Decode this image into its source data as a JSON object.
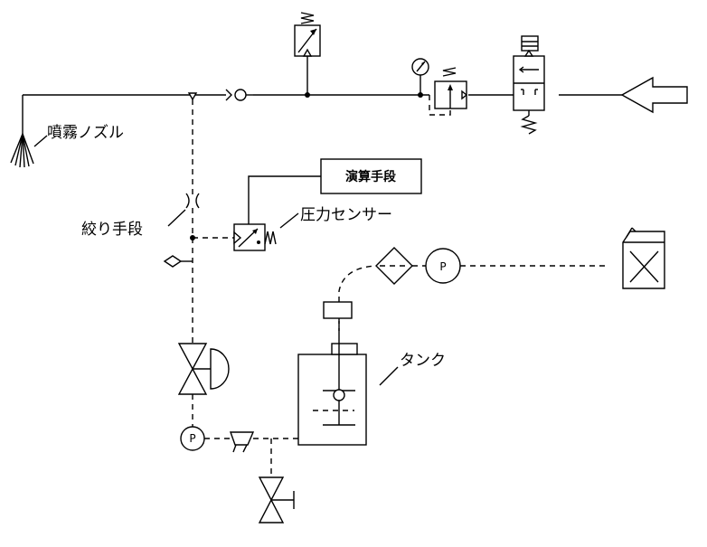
{
  "labels": {
    "nozzle": "噴霧ノズル",
    "compute": "演算手段",
    "throttle": "絞り手段",
    "pressure_sensor": "圧力センサー",
    "tank": "タンク"
  },
  "pump_symbol": "P",
  "icons": [
    "spray-nozzle-icon",
    "check-valve-icon",
    "relief-valve-icon",
    "pressure-gauge-icon",
    "pressure-regulator-icon",
    "solenoid-valve-icon",
    "air-inlet-arrow-icon",
    "throttle-icon",
    "pressure-sensor-icon",
    "filter-icon",
    "pump-icon",
    "canister-icon",
    "tank-icon",
    "diaphragm-valve-icon",
    "strainer-icon",
    "drain-valve-icon"
  ]
}
